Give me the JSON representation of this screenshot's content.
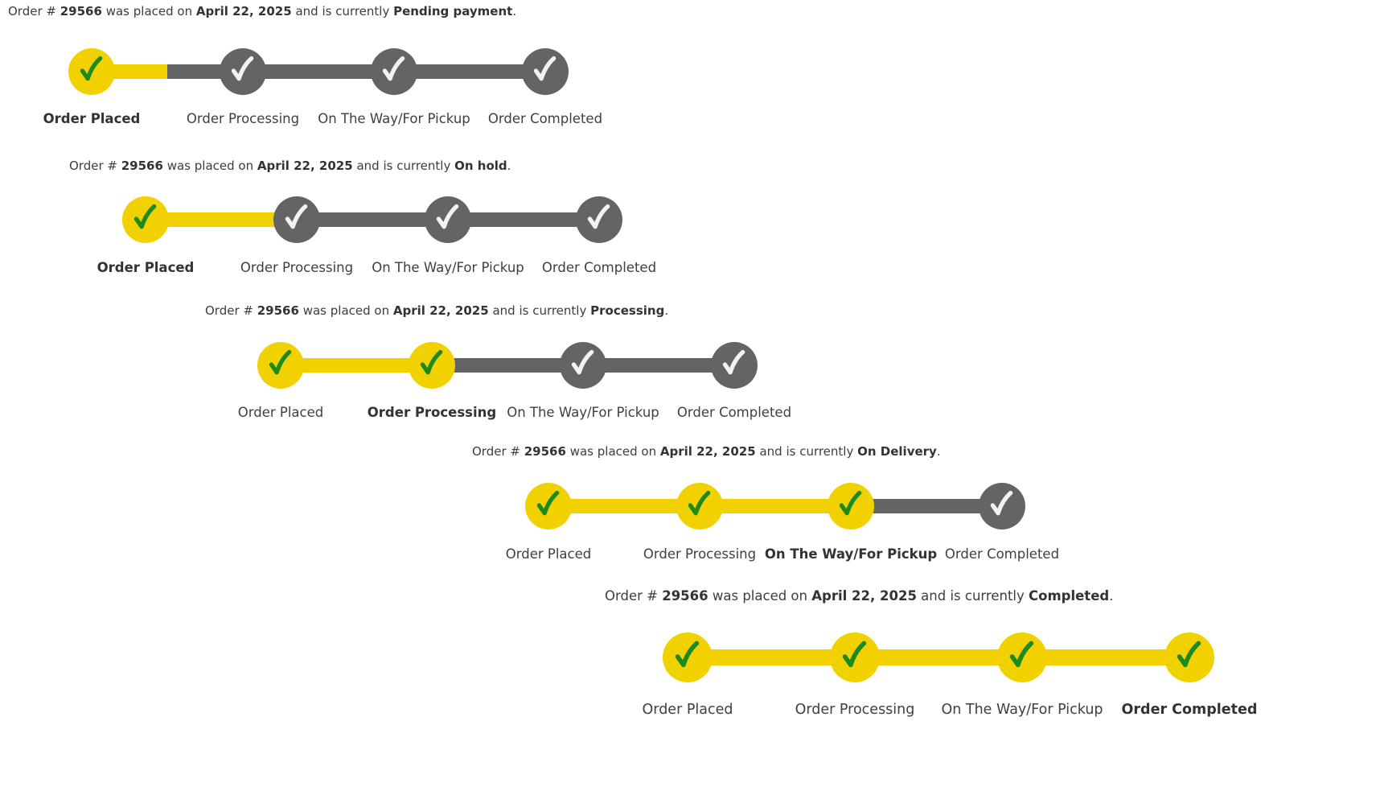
{
  "colors": {
    "done": "#f2d100",
    "pending": "#646464",
    "check_done": "#1c8a1c",
    "check_pending": "#f2f2f2",
    "text": "#3d3d3d"
  },
  "icons": {
    "step": "checkmark-icon"
  },
  "steps": [
    "Order Placed",
    "Order Processing",
    "On The Way/For Pickup",
    "Order Completed"
  ],
  "orders": [
    {
      "prefix": "Order #",
      "number": "29566",
      "mid1": "was placed on",
      "date": "April 22, 2025",
      "mid2": "and is currently",
      "status": "Pending payment",
      "suffix": ".",
      "completed_steps": 1,
      "filled_segments": 0.5,
      "active_step": 0
    },
    {
      "prefix": "Order #",
      "number": "29566",
      "mid1": "was placed on",
      "date": "April 22, 2025",
      "mid2": "and is currently",
      "status": "On hold",
      "suffix": ".",
      "completed_steps": 1,
      "filled_segments": 1,
      "active_step": 0
    },
    {
      "prefix": "Order #",
      "number": "29566",
      "mid1": "was placed on",
      "date": "April 22, 2025",
      "mid2": "and is currently",
      "status": "Processing",
      "suffix": ".",
      "completed_steps": 2,
      "filled_segments": 1,
      "active_step": 1
    },
    {
      "prefix": "Order #",
      "number": "29566",
      "mid1": "was placed on",
      "date": "April 22, 2025",
      "mid2": "and is currently",
      "status": "On Delivery",
      "suffix": ".",
      "completed_steps": 3,
      "filled_segments": 2,
      "active_step": 2
    },
    {
      "prefix": "Order #",
      "number": "29566",
      "mid1": "was placed on",
      "date": "April 22, 2025",
      "mid2": "and is currently",
      "status": "Completed",
      "suffix": ".",
      "completed_steps": 4,
      "filled_segments": 3,
      "active_step": 3
    }
  ]
}
